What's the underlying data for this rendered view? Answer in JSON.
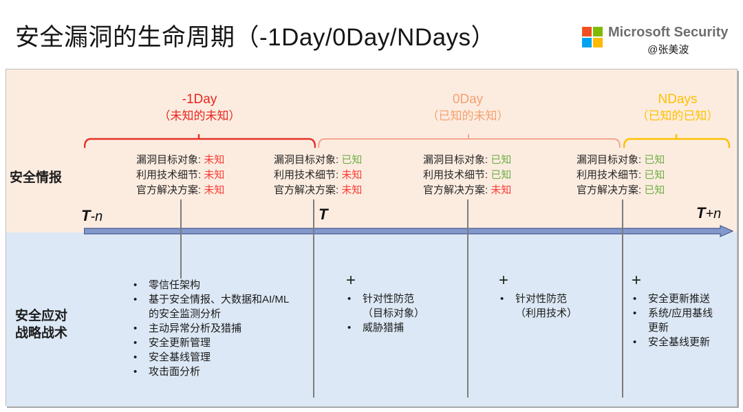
{
  "header": {
    "title": "安全漏洞的生命周期（-1Day/0Day/NDays）",
    "brand": "Microsoft Security",
    "handle": "@张美波",
    "logo_colors": {
      "tl": "#F25022",
      "tr": "#7FBA00",
      "bl": "#00A4EF",
      "br": "#FFB900"
    }
  },
  "phases": [
    {
      "label": "-1Day",
      "sub": "（未知的未知）",
      "color": "#E8251D",
      "brace_color": "#E63128"
    },
    {
      "label": "0Day",
      "sub": "（已知的未知）",
      "color": "#F4A070",
      "brace_color": "#F5A58C"
    },
    {
      "label": "NDays",
      "sub": "（已知的已知）",
      "color": "#FFC000",
      "brace_color": "#FFC000"
    }
  ],
  "intel": {
    "section_label": "安全情报",
    "columns": [
      {
        "rows": [
          {
            "label": "漏洞目标对象:",
            "value": "未知",
            "color": "#FA3C34"
          },
          {
            "label": "利用技术细节:",
            "value": "未知",
            "color": "#FA3C34"
          },
          {
            "label": "官方解决方案:",
            "value": "未知",
            "color": "#FA3C34"
          }
        ]
      },
      {
        "rows": [
          {
            "label": "漏洞目标对象:",
            "value": "已知",
            "color": "#6FAE44"
          },
          {
            "label": "利用技术细节:",
            "value": "未知",
            "color": "#FA3C34"
          },
          {
            "label": "官方解决方案:",
            "value": "未知",
            "color": "#FA3C34"
          }
        ]
      },
      {
        "rows": [
          {
            "label": "漏洞目标对象:",
            "value": "已知",
            "color": "#6FAE44"
          },
          {
            "label": "利用技术细节:",
            "value": "已知",
            "color": "#6FAE44"
          },
          {
            "label": "官方解决方案:",
            "value": "未知",
            "color": "#FA3C34"
          }
        ]
      },
      {
        "rows": [
          {
            "label": "漏洞目标对象:",
            "value": "已知",
            "color": "#6FAE44"
          },
          {
            "label": "利用技术细节:",
            "value": "已知",
            "color": "#6FAE44"
          },
          {
            "label": "官方解决方案:",
            "value": "已知",
            "color": "#6FAE44"
          }
        ]
      }
    ]
  },
  "timeline": {
    "start_t": "T",
    "start_n": "-n",
    "mid_t": "T",
    "end_t": "T",
    "end_n": "+n",
    "bar_fill": "#8398CB",
    "bar_stroke": "#46598F"
  },
  "response": {
    "section_label_line1": "安全应对",
    "section_label_line2": "战略战术",
    "columns": [
      {
        "plus": "",
        "lines": [
          {
            "b": "•",
            "t": "零信任架构"
          },
          {
            "b": "•",
            "t": "基于安全情报、大数据和AI/ML"
          },
          {
            "b": "",
            "t": "的安全监测分析"
          },
          {
            "b": "•",
            "t": "主动异常分析及猎捕"
          },
          {
            "b": "•",
            "t": "安全更新管理"
          },
          {
            "b": "•",
            "t": "安全基线管理"
          },
          {
            "b": "•",
            "t": "攻击面分析"
          }
        ]
      },
      {
        "plus": "+",
        "lines": [
          {
            "b": "•",
            "t": "针对性防范"
          },
          {
            "b": "",
            "t": "（目标对象）"
          },
          {
            "b": "•",
            "t": "威胁猎捕"
          }
        ]
      },
      {
        "plus": "+",
        "lines": [
          {
            "b": "•",
            "t": "针对性防范"
          },
          {
            "b": "",
            "t": "（利用技术）"
          }
        ]
      },
      {
        "plus": "+",
        "lines": [
          {
            "b": "•",
            "t": "安全更新推送"
          },
          {
            "b": "•",
            "t": "系统/应用基线"
          },
          {
            "b": "",
            "t": "更新"
          },
          {
            "b": "•",
            "t": "安全基线更新"
          }
        ]
      }
    ]
  }
}
